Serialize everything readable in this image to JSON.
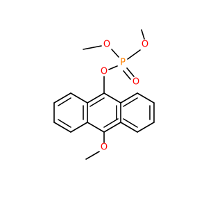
{
  "molecule": {
    "atoms": {
      "o_methoxy_left": "O",
      "o_methoxy_right": "O",
      "phosphorus": "P",
      "o_phosphoryl": "O",
      "o_ester": "O",
      "o_methoxy_bottom": "O"
    },
    "colors": {
      "bond": "#000000",
      "oxygen": "#ff0000",
      "phosphorus": "#ff8000"
    }
  }
}
